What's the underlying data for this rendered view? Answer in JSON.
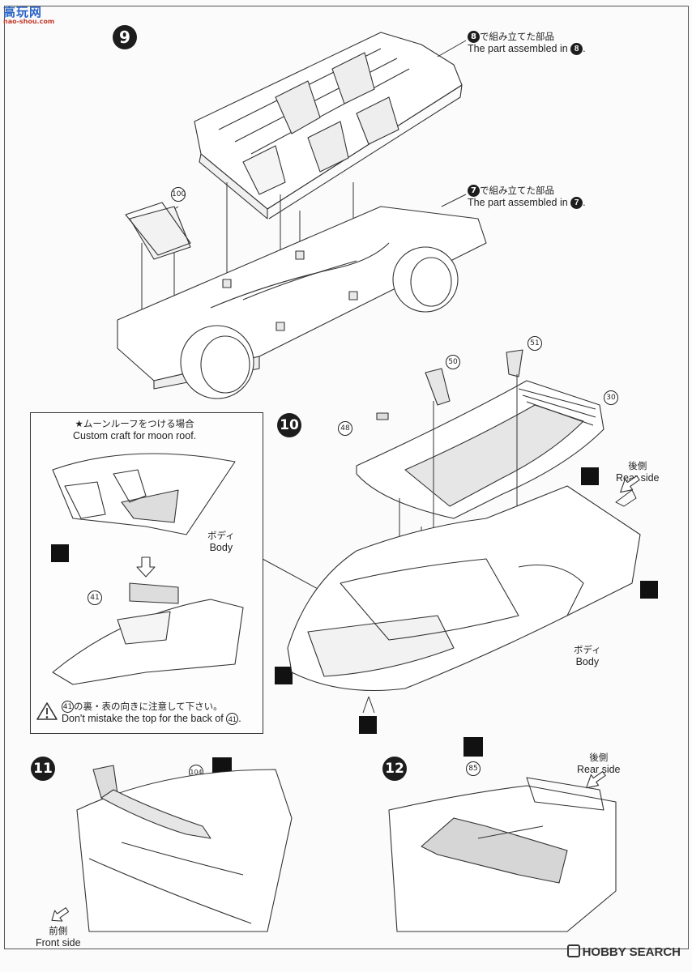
{
  "watermark_top": {
    "site_name": "高玩网",
    "url": "nao-shou.com"
  },
  "watermark_bottom": {
    "brand": "HOBBY SEARCH"
  },
  "steps": {
    "s9": "9",
    "s10": "10",
    "s11": "11",
    "s12": "12"
  },
  "step9": {
    "callout_8_jp": "で組み立てた部品",
    "callout_8_en": "The part assembled in",
    "callout_8_ref": "8",
    "callout_7_jp": "で組み立てた部品",
    "callout_7_en": "The part assembled in",
    "callout_7_ref": "7",
    "part_100": "100"
  },
  "step10": {
    "part_48": "48",
    "part_50": "50",
    "part_51": "51",
    "part_30": "30",
    "rear_jp": "後側",
    "rear_en": "Rear side",
    "body_jp": "ボディ",
    "body_en": "Body"
  },
  "inset": {
    "title_jp": "★ムーンルーフをつける場合",
    "title_en": "Custom craft for moon roof.",
    "body_jp": "ボディ",
    "body_en": "Body",
    "part_41": "41",
    "warn_jp": "の裏・表の向きに注意して下さい。",
    "warn_en": "Don't mistake the top for the back of",
    "warn_ref": "41"
  },
  "step11": {
    "part_104": "104",
    "front_jp": "前側",
    "front_en": "Front side"
  },
  "step12": {
    "part_85": "85",
    "rear_jp": "後側",
    "rear_en": "Rear side"
  },
  "icons": [
    "cement-icon",
    "warning-icon",
    "arrow-down-icon",
    "direction-arrow-icon"
  ]
}
